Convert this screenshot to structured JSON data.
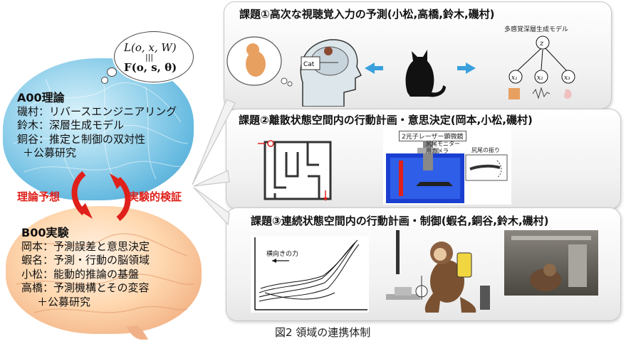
{
  "equations": {
    "line1": "L(o, x, W)",
    "line2": "|||",
    "line3": "F(o, s, θ)"
  },
  "a00": {
    "heading": "A00理論",
    "lines": [
      "磯村：リバースエンジニアリング",
      "鈴木：深層生成モデル",
      "銅谷：推定と制御の双対性",
      "＋公募研究"
    ]
  },
  "b00": {
    "heading": "B00実験",
    "lines": [
      "岡本：予測誤差と意思決定",
      "蝦名：予測・行動の脳領域",
      "小松：能動的推論の基盤",
      "高橋：予測機構とその変容",
      "＋公募研究"
    ]
  },
  "arrows": {
    "left_label": "理論予想",
    "right_label": "実験的検証"
  },
  "task1": {
    "title": "課題①高次な視聴覚入力の予測(小松,高橋,鈴木,磯村)",
    "model_label": "多感覚深層生成モデル",
    "thought_label": "Cat",
    "nodes": [
      "z",
      "x₁",
      "x₂",
      "x₃"
    ]
  },
  "task2": {
    "title": "課題②離散状態空間内の行動計画・意思決定(岡本,小松,磯村)",
    "microscope_label": "2光子レーザー顕微鏡",
    "monitor_label": "尻尾モニター用カメラ",
    "tail_label": "尻尾の振り"
  },
  "task3": {
    "title": "課題③連続状態空間内の行動計画・制御(蝦名,銅谷,鈴木,磯村)",
    "force_label": "横向きの力"
  },
  "caption": "図2 領域の連携体制",
  "colors": {
    "accent_red": "#e0201a",
    "arrow_blue": "#3aa0dc"
  }
}
